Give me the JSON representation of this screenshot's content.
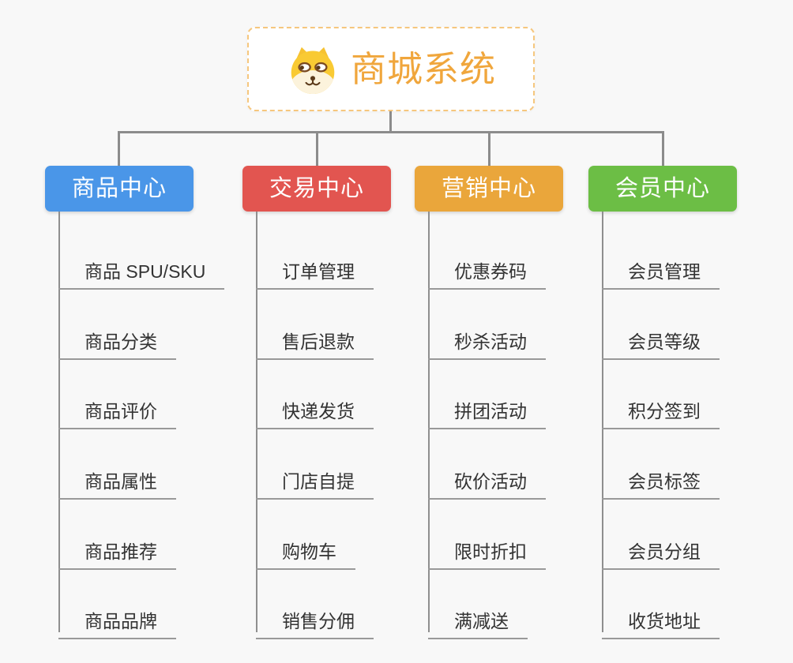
{
  "root": {
    "title": "商城系统",
    "icon": "shiba-dog-icon"
  },
  "branches": [
    {
      "label": "商品中心",
      "color": "#4a96e8",
      "children": [
        "商品 SPU/SKU",
        "商品分类",
        "商品评价",
        "商品属性",
        "商品推荐",
        "商品品牌"
      ]
    },
    {
      "label": "交易中心",
      "color": "#e25550",
      "children": [
        "订单管理",
        "售后退款",
        "快递发货",
        "门店自提",
        "购物车",
        "销售分佣"
      ]
    },
    {
      "label": "营销中心",
      "color": "#eaa63b",
      "children": [
        "优惠券码",
        "秒杀活动",
        "拼团活动",
        "砍价活动",
        "限时折扣",
        "满减送"
      ]
    },
    {
      "label": "会员中心",
      "color": "#6cbe45",
      "children": [
        "会员管理",
        "会员等级",
        "积分签到",
        "会员标签",
        "会员分组",
        "收货地址"
      ]
    }
  ],
  "colors": {
    "background": "#f8f8f8",
    "root_title": "#f0a63c",
    "root_border": "#f6c77e",
    "connector": "#8c8c8c",
    "child_underline": "#999999",
    "child_text": "#333333"
  }
}
